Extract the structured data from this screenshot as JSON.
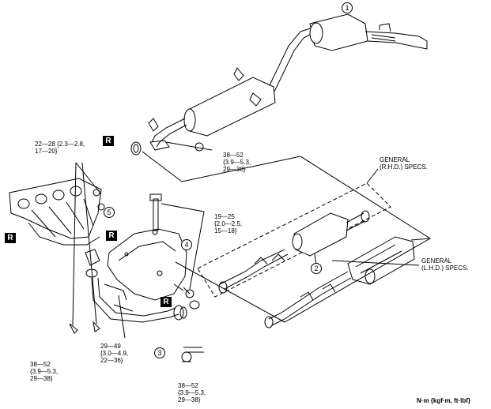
{
  "callouts": {
    "c1": "1",
    "c2": "2",
    "c3": "3",
    "c4": "4",
    "c5": "5"
  },
  "torque": {
    "t_manifold_nuts": [
      "22—28 {2.3—2.8,",
      "17—20}"
    ],
    "t_muffler_joint": [
      "38—52",
      "{3.9—5.3,",
      "29—38}"
    ],
    "t_insulator_bolts": [
      "19—25",
      "{2.0—2.5,",
      "15—18}"
    ],
    "t_lower_left": [
      "38—52",
      "{3.9—5.3,",
      "29—38}"
    ],
    "t_stud": [
      "29—49",
      "{3.0—4.9,",
      "22—36}"
    ],
    "t_bottom": [
      "38—52",
      "{3.9—5.3,",
      "29—38}"
    ]
  },
  "specs": {
    "rhd": [
      "GENERAL",
      "(R.H.D.) SPECS."
    ],
    "lhd": [
      "GENERAL",
      "(L.H.D.) SPECS."
    ]
  },
  "replace_marks": {
    "r1": "R",
    "r2": "R",
    "r3": "R",
    "r4": "R"
  },
  "units_label": "N·m {kgf·m, ft·lbf}"
}
